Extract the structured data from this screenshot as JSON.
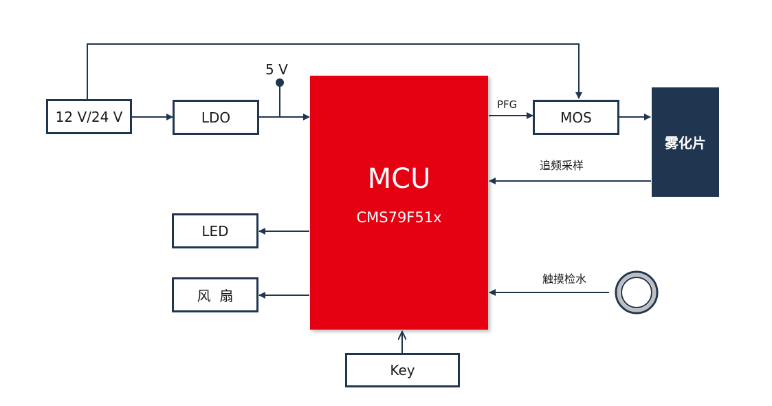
{
  "diagram": {
    "power_input": "12 V/24 V",
    "ldo": "LDO",
    "rail_label": "5 V",
    "mcu_name": "MCU",
    "mcu_part": "CMS79F51x",
    "pfg_label": "PFG",
    "mos": "MOS",
    "atomizer": "雾化片",
    "freq_sampling": "追频采样",
    "led": "LED",
    "fan": "风  扇",
    "touch_water": "触摸检水",
    "key": "Key",
    "colors": {
      "mcu_fill": "#e50012",
      "box_border": "#1f3550",
      "atomizer_fill": "#1f3550",
      "wire": "#1f3550"
    }
  }
}
